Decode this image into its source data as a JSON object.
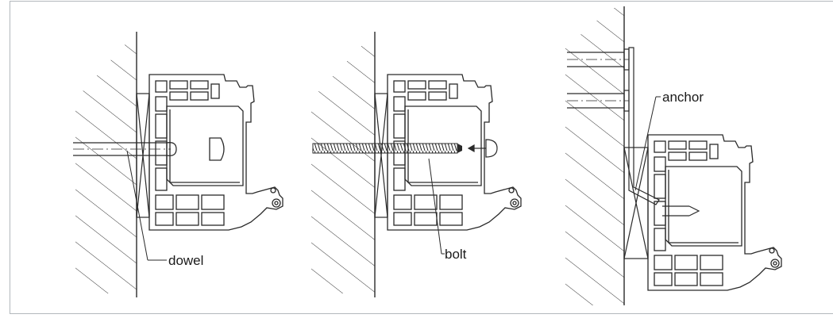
{
  "labels": {
    "dowel": "dowel",
    "bolt": "bolt",
    "anchor": "anchor"
  },
  "colors": {
    "line": "#2a2a2a",
    "frame_border": "#b3b8bc",
    "background": "#ffffff"
  }
}
